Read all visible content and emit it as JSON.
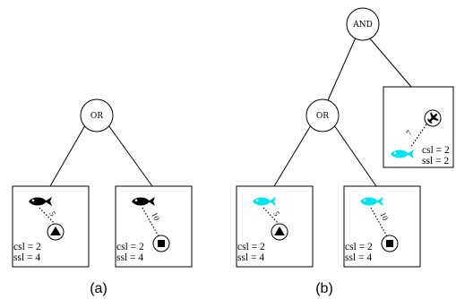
{
  "panel_a": {
    "caption": "(a)",
    "root": {
      "label": "OR"
    },
    "leaves": [
      {
        "distance": "5",
        "target": "triangle",
        "fish_color": "#000000",
        "csl": "csl = 2",
        "ssl": "ssl = 4"
      },
      {
        "distance": "10",
        "target": "square",
        "fish_color": "#000000",
        "csl": "csl = 2",
        "ssl": "ssl = 4"
      }
    ]
  },
  "panel_b": {
    "caption": "(b)",
    "root": {
      "label": "AND"
    },
    "or_node": {
      "label": "OR"
    },
    "leaves": [
      {
        "distance": "5",
        "target": "triangle",
        "fish_color": "#00e5f0",
        "csl": "csl = 2",
        "ssl": "ssl = 4"
      },
      {
        "distance": "10",
        "target": "square",
        "fish_color": "#00e5f0",
        "csl": "csl = 2",
        "ssl": "ssl = 4"
      }
    ],
    "side_leaf": {
      "distance": "7",
      "target": "plane",
      "fish_color": "#00e5f0",
      "csl": "csl = 2",
      "ssl": "ssl = 2"
    }
  },
  "colors": {
    "stroke": "#000000",
    "background": "#ffffff"
  }
}
